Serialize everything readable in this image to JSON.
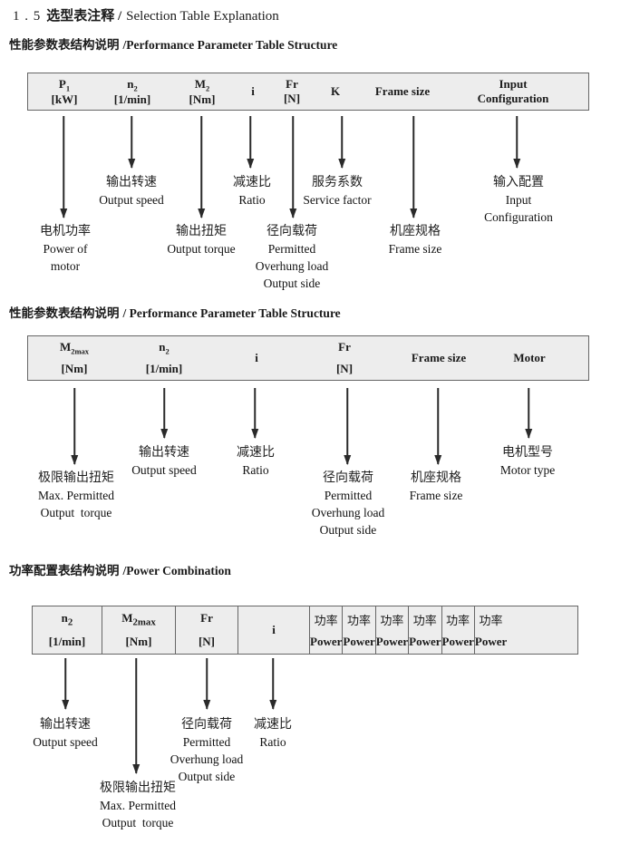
{
  "title": {
    "num": "1 . 5",
    "zh": "选型表注释 /",
    "en": "Selection Table Explanation"
  },
  "colors": {
    "table_bg": "#ededed",
    "table_border": "#666666",
    "ink": "#1a1a1a"
  },
  "sections": [
    {
      "heading_zh": "性能参数表结构说明",
      "heading_en": "/Performance Parameter Table Structure",
      "columns": [
        {
          "l1": "P",
          "sub": "1",
          "l2": "[kW]"
        },
        {
          "l1": "n",
          "sub": "2",
          "l2": "[1/min]"
        },
        {
          "l1": "M",
          "sub": "2",
          "l2": "[Nm]"
        },
        {
          "l1": "i"
        },
        {
          "l1": "Fr",
          "l2": "[N]"
        },
        {
          "l1": "K"
        },
        {
          "l1": "Frame size"
        },
        {
          "l1": "Input",
          "l2": "Configuration"
        }
      ],
      "annotations": [
        {
          "zh": "电机功率",
          "en1": "Power of",
          "en2": "motor"
        },
        {
          "zh": "输出转速",
          "en1": "Output speed"
        },
        {
          "zh": "输出扭矩",
          "en1": "Output torque"
        },
        {
          "zh": "减速比",
          "en1": "Ratio"
        },
        {
          "zh": "径向载荷",
          "en1": "Permitted",
          "en2": "Overhung load",
          "en3": "Output side"
        },
        {
          "zh": "服务系数",
          "en1": "Service factor"
        },
        {
          "zh": "机座规格",
          "en1": "Frame size"
        },
        {
          "zh": "输入配置",
          "en1": "Input",
          "en2": "Configuration"
        }
      ]
    },
    {
      "heading_zh": "性能参数表结构说明",
      "heading_en": "/ Performance Parameter Table Structure",
      "columns": [
        {
          "l1": "M",
          "sub": "2max",
          "l2": "[Nm]"
        },
        {
          "l1": "n",
          "sub": "2",
          "l2": "[1/min]"
        },
        {
          "l1": "i"
        },
        {
          "l1": "Fr",
          "l2": "[N]"
        },
        {
          "l1": "Frame size"
        },
        {
          "l1": "Motor"
        }
      ],
      "annotations": [
        {
          "zh": "极限输出扭矩",
          "en1": "Max. Permitted",
          "en2": "Output  torque"
        },
        {
          "zh": "输出转速",
          "en1": "Output speed"
        },
        {
          "zh": "减速比",
          "en1": "Ratio"
        },
        {
          "zh": "径向载荷",
          "en1": "Permitted",
          "en2": "Overhung load",
          "en3": "Output side"
        },
        {
          "zh": "机座规格",
          "en1": "Frame size"
        },
        {
          "zh": "电机型号",
          "en1": "Motor type"
        }
      ]
    },
    {
      "heading_zh": "功率配置表结构说明",
      "heading_en": "/Power Combination",
      "columns": [
        {
          "l1": "n",
          "sub": "2",
          "l2": "[1/min]"
        },
        {
          "l1": "M",
          "sub": "2max",
          "l2": "[Nm]"
        },
        {
          "l1": "Fr",
          "l2": "[N]"
        },
        {
          "l1": "i"
        }
      ],
      "power_columns": [
        {
          "zh": "功率",
          "en": "Power"
        },
        {
          "zh": "功率",
          "en": "Power"
        },
        {
          "zh": "功率",
          "en": "Power"
        },
        {
          "zh": "功率",
          "en": "Power"
        },
        {
          "zh": "功率",
          "en": "Power"
        },
        {
          "zh": "功率",
          "en": "Power"
        }
      ],
      "annotations": [
        {
          "zh": "输出转速",
          "en1": "Output speed"
        },
        {
          "zh": "极限输出扭矩",
          "en1": "Max. Permitted",
          "en2": "Output  torque"
        },
        {
          "zh": "径向载荷",
          "en1": "Permitted",
          "en2": "Overhung load",
          "en3": "Output side"
        },
        {
          "zh": "减速比",
          "en1": "Ratio"
        }
      ]
    }
  ]
}
